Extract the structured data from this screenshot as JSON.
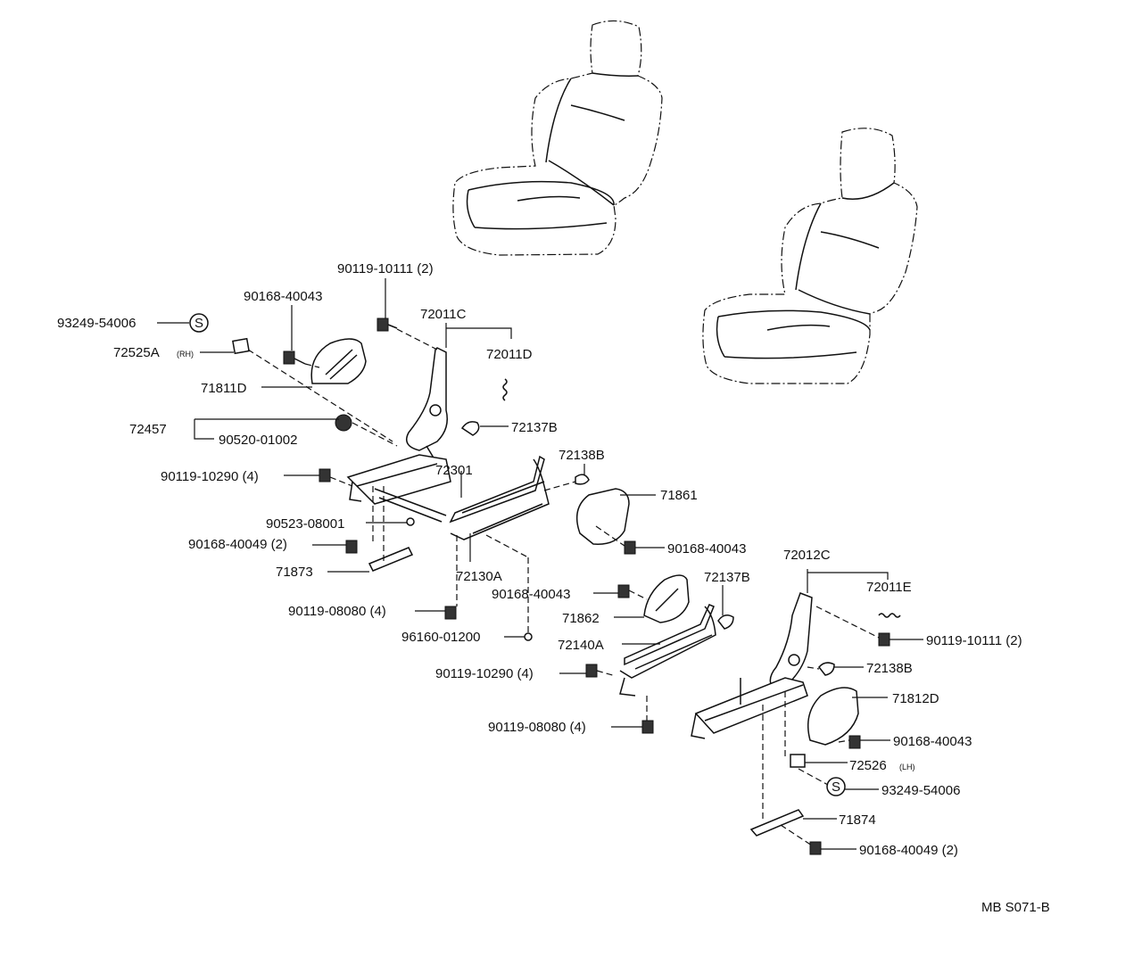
{
  "labels": {
    "p_90119_10111_2_top": "90119-10111 (2)",
    "p_90168_40043_top": "90168-40043",
    "p_93249_54006_left": "93249-54006",
    "p_s_symbol": "S",
    "p_72525A": "72525A",
    "p_72525A_sub": "(RH)",
    "p_72011C": "72011C",
    "p_72011D": "72011D",
    "p_71811D": "71811D",
    "p_72457": "72457",
    "p_90520_01002": "90520-01002",
    "p_72137B_top": "72137B",
    "p_72301": "72301",
    "p_72138B_top": "72138B",
    "p_90119_10290_4_left": "90119-10290 (4)",
    "p_71861": "71861",
    "p_90523_08001": "90523-08001",
    "p_90168_40049_2_left": "90168-40049 (2)",
    "p_90168_40043_mid": "90168-40043",
    "p_71873": "71873",
    "p_72130A": "72130A",
    "p_72012C": "72012C",
    "p_90168_40043_center": "90168-40043",
    "p_72137B_mid": "72137B",
    "p_72011E": "72011E",
    "p_90119_08080_4_left": "90119-08080 (4)",
    "p_71862": "71862",
    "p_96160_01200": "96160-01200",
    "p_72140A": "72140A",
    "p_90119_10111_2_right": "90119-10111 (2)",
    "p_90119_10290_4_mid": "90119-10290 (4)",
    "p_72138B_right": "72138B",
    "p_71812D": "71812D",
    "p_90119_08080_4_mid": "90119-08080 (4)",
    "p_90168_40043_right": "90168-40043",
    "p_72526": "72526",
    "p_72526_sub": "(LH)",
    "p_93249_54006_right": "93249-54006",
    "p_71874": "71874",
    "p_90168_40049_2_right": "90168-40049 (2)",
    "ref_code": "MB S071-B"
  }
}
